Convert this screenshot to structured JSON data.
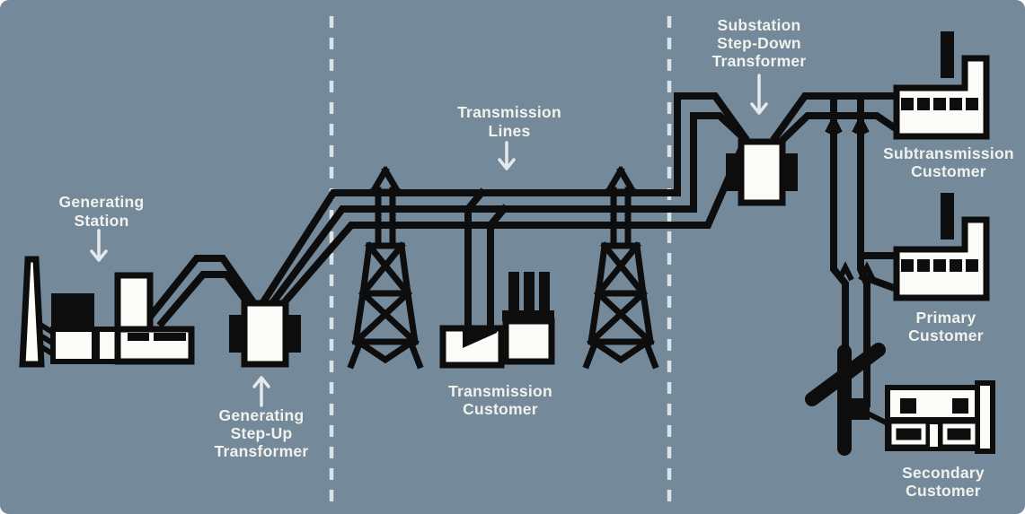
{
  "colors": {
    "background": "#74899a",
    "ink": "#0d0d0d",
    "paper": "#fcfcf9",
    "label": "#f0f2ec",
    "guide": "#e3e9ec"
  },
  "labels": {
    "generating_station": {
      "line1": "Generating",
      "line2": "Station"
    },
    "step_up_transformer": {
      "line1": "Generating",
      "line2": "Step-Up",
      "line3": "Transformer"
    },
    "transmission_lines": {
      "line1": "Transmission",
      "line2": "Lines"
    },
    "transmission_customer": {
      "line1": "Transmission",
      "line2": "Customer"
    },
    "substation_transformer": {
      "line1": "Substation",
      "line2": "Step-Down",
      "line3": "Transformer"
    },
    "subtransmission_customer": {
      "line1": "Subtransmission",
      "line2": "Customer"
    },
    "primary_customer": {
      "line1": "Primary",
      "line2": "Customer"
    },
    "secondary_customer": {
      "line1": "Secondary",
      "line2": "Customer"
    }
  },
  "icons": {
    "generating_station": "power-plant-icon",
    "step_up_transformer": "transformer-icon",
    "transmission_tower": "lattice-tower-icon",
    "transmission_customer": "factory-icon",
    "substation_transformer": "transformer-icon",
    "subtransmission_customer": "factory-icon",
    "primary_customer": "factory-icon",
    "secondary_customer": "building-icon",
    "distribution_pole": "utility-pole-icon",
    "section_divider": "dashed-line"
  }
}
